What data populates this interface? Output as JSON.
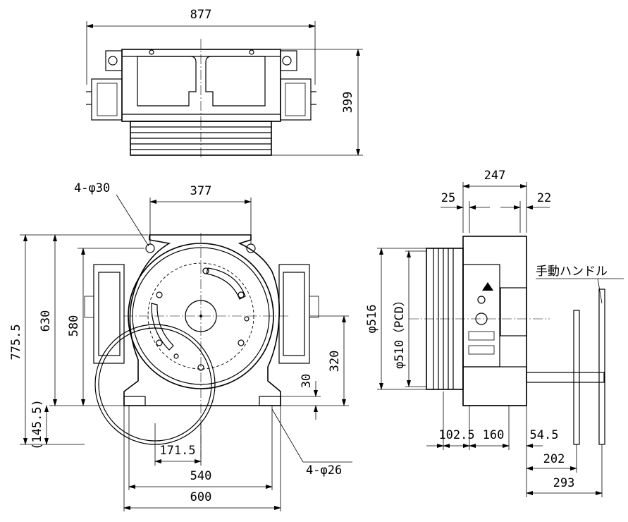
{
  "top_view": {
    "dim_width": "877",
    "dim_height": "399"
  },
  "front_view": {
    "hole_top_label": "4-φ30",
    "dim_hole_pitch": "377",
    "dim_total_height": "775.5",
    "dim_630": "630",
    "dim_580": "580",
    "dim_320": "320",
    "dim_30": "30",
    "dim_145": "(145.5)",
    "dim_171": "171.5",
    "dim_540": "540",
    "dim_600": "600",
    "hole_bottom_label": "4-φ26"
  },
  "side_view": {
    "dim_247": "247",
    "dim_25": "25",
    "dim_22": "22",
    "dim_516": "φ516",
    "dim_pcd": "φ510（PCD）",
    "dim_102": "102.5",
    "dim_160": "160",
    "dim_54": "54.5",
    "dim_202": "202",
    "dim_293": "293",
    "handle_label": "手動ハンドル"
  }
}
